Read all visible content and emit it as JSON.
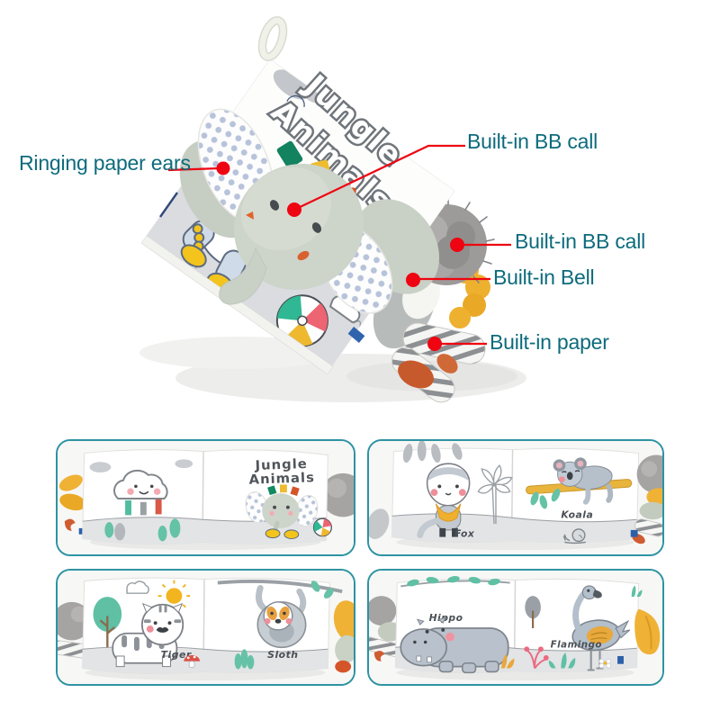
{
  "page": {
    "background": "#ffffff"
  },
  "colors": {
    "callout_text": "#0d6b7c",
    "callout_line": "#ee0511",
    "callout_dot": "#ee0511",
    "thumb_border": "#2e93a3"
  },
  "product": {
    "name": "jungle-animals-cloth-book",
    "title_line1": "Jungle",
    "title_line2": "Animals"
  },
  "callouts": {
    "ringing_paper_ears": {
      "label": "Ringing paper ears"
    },
    "built_in_bb_call_top": {
      "label": "Built-in BB call"
    },
    "built_in_bb_call_right": {
      "label": "Built-in BB call"
    },
    "built_in_bell": {
      "label": "Built-in Bell"
    },
    "built_in_paper": {
      "label": "Built-in paper"
    }
  },
  "thumbnails": [
    {
      "name": "cover-spread",
      "title_line1": "Jungle",
      "title_line2": "Animals"
    },
    {
      "name": "fox-koala-spread",
      "left_label": "Fox",
      "right_label": "Koala"
    },
    {
      "name": "tiger-sloth-spread",
      "left_label": "Tiger",
      "right_label": "Sloth"
    },
    {
      "name": "hippo-flamingo-spread",
      "left_label": "Hippo",
      "right_label": "Flamingo"
    }
  ]
}
